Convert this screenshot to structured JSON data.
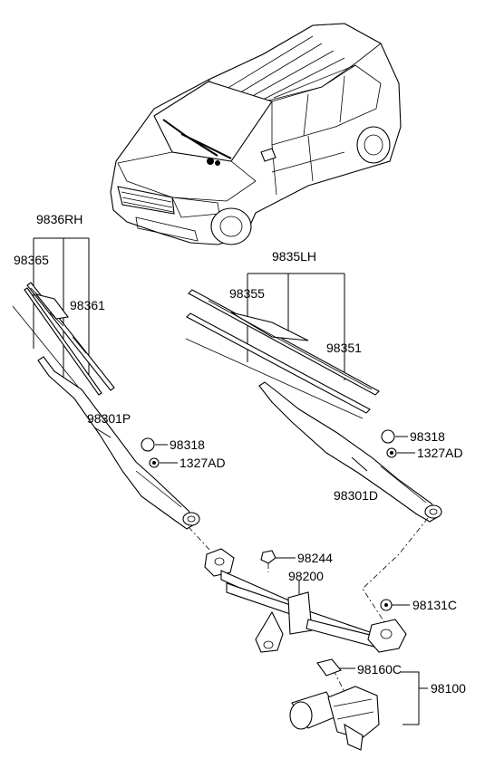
{
  "labels": {
    "p9836rh": "9836RH",
    "p98365": "98365",
    "p98361": "98361",
    "p9835lh": "9835LH",
    "p98355": "98355",
    "p98351": "98351",
    "p98301p": "98301P",
    "p98318_l": "98318",
    "p1327ad_l": "1327AD",
    "p98318_r": "98318",
    "p1327ad_r": "1327AD",
    "p98301d": "98301D",
    "p98244": "98244",
    "p98200": "98200",
    "p98131c": "98131C",
    "p98160c": "98160C",
    "p98100": "98100"
  }
}
